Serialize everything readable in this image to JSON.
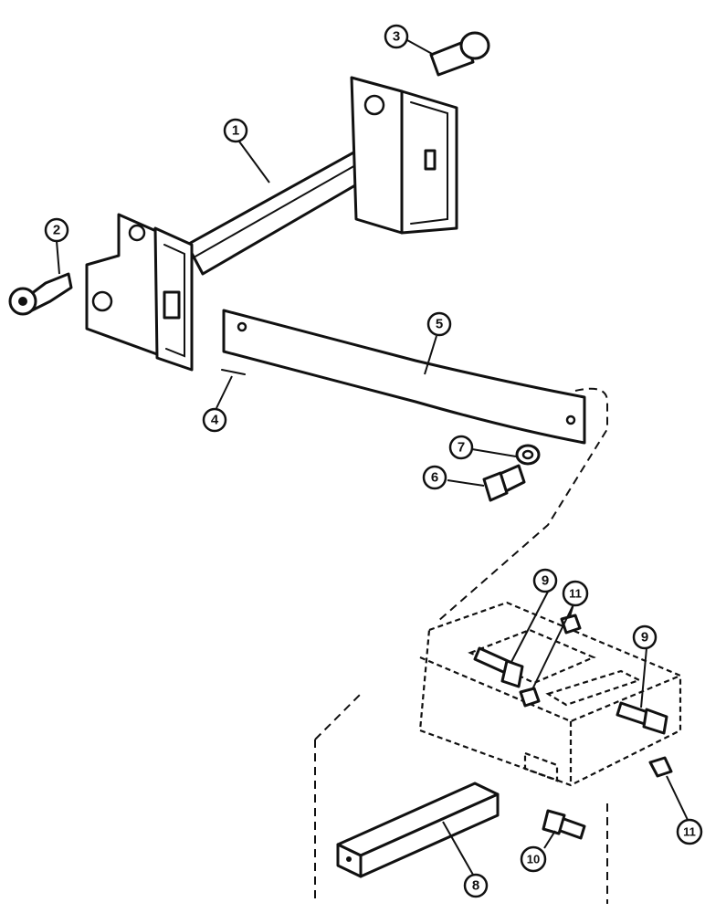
{
  "callouts": [
    {
      "id": "callout-1",
      "label": "1"
    },
    {
      "id": "callout-2",
      "label": "2"
    },
    {
      "id": "callout-3",
      "label": "3"
    },
    {
      "id": "callout-4",
      "label": "4"
    },
    {
      "id": "callout-5",
      "label": "5"
    },
    {
      "id": "callout-6",
      "label": "6"
    },
    {
      "id": "callout-7",
      "label": "7"
    },
    {
      "id": "callout-8",
      "label": "8"
    },
    {
      "id": "callout-9a",
      "label": "9"
    },
    {
      "id": "callout-9b",
      "label": "9"
    },
    {
      "id": "callout-10",
      "label": "10"
    },
    {
      "id": "callout-11a",
      "label": "11"
    },
    {
      "id": "callout-11b",
      "label": "11"
    }
  ]
}
